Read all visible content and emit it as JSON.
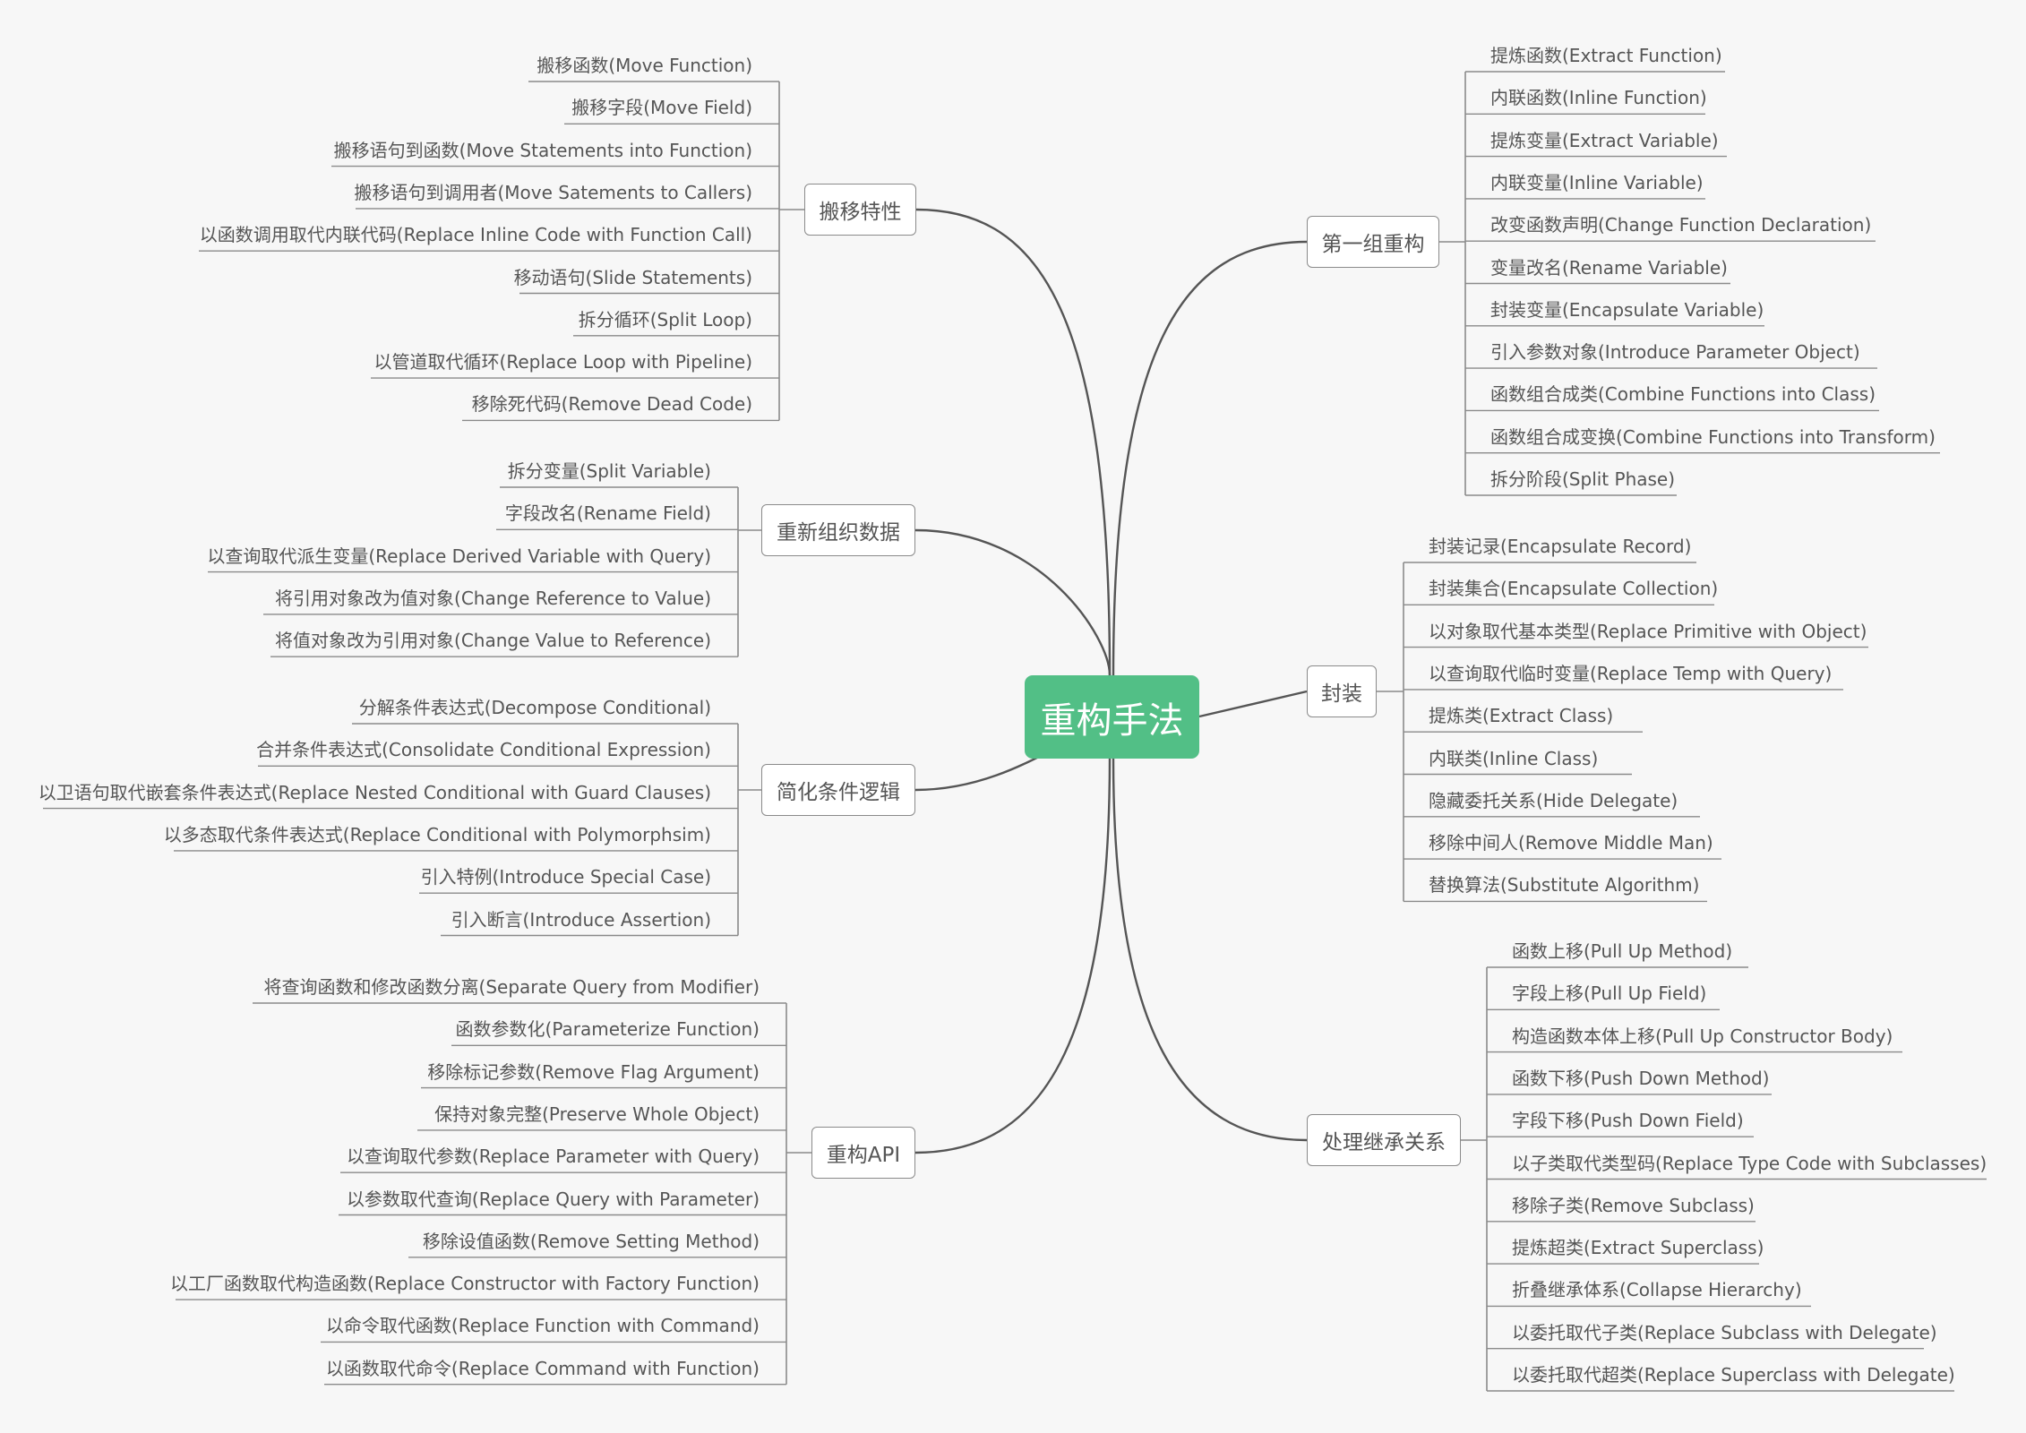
{
  "root": {
    "label": "重构手法"
  },
  "colors": {
    "root_fill": "#52bf86",
    "line": "#555555",
    "leaf_line": "#8a8a8a",
    "text": "#555555"
  },
  "branches": {
    "move_features": {
      "label": "搬移特性",
      "items": [
        "搬移函数(Move Function)",
        "搬移字段(Move Field)",
        "搬移语句到函数(Move Statements into Function)",
        "搬移语句到调用者(Move Satements to Callers)",
        "以函数调用取代内联代码(Replace Inline Code with Function Call)",
        "移动语句(Slide Statements)",
        "拆分循环(Split Loop)",
        "以管道取代循环(Replace Loop with Pipeline)",
        "移除死代码(Remove Dead Code)"
      ]
    },
    "organize_data": {
      "label": "重新组织数据",
      "items": [
        "拆分变量(Split Variable)",
        "字段改名(Rename Field)",
        "以查询取代派生变量(Replace Derived Variable with Query)",
        "将引用对象改为值对象(Change Reference to Value)",
        "将值对象改为引用对象(Change Value to Reference)"
      ]
    },
    "simplify_conditional": {
      "label": "简化条件逻辑",
      "items": [
        "分解条件表达式(Decompose Conditional)",
        "合并条件表达式(Consolidate Conditional Expression)",
        "以卫语句取代嵌套条件表达式(Replace Nested Conditional with Guard Clauses)",
        "以多态取代条件表达式(Replace Conditional with Polymorphsim)",
        "引入特例(Introduce Special Case)",
        "引入断言(Introduce Assertion)"
      ]
    },
    "refactor_api": {
      "label": "重构API",
      "items": [
        "将查询函数和修改函数分离(Separate Query from Modifier)",
        "函数参数化(Parameterize Function)",
        "移除标记参数(Remove Flag Argument)",
        "保持对象完整(Preserve Whole Object)",
        "以查询取代参数(Replace Parameter with Query)",
        "以参数取代查询(Replace Query with Parameter)",
        "移除设值函数(Remove Setting Method)",
        "以工厂函数取代构造函数(Replace Constructor with Factory Function)",
        "以命令取代函数(Replace Function with Command)",
        "以函数取代命令(Replace Command with Function)"
      ]
    },
    "first_set": {
      "label": "第一组重构",
      "items": [
        "提炼函数(Extract Function)",
        "内联函数(Inline Function)",
        "提炼变量(Extract Variable)",
        "内联变量(Inline Variable)",
        "改变函数声明(Change Function Declaration)",
        "变量改名(Rename Variable)",
        "封装变量(Encapsulate Variable)",
        "引入参数对象(Introduce Parameter Object)",
        "函数组合成类(Combine Functions into Class)",
        "函数组合成变换(Combine Functions into Transform)",
        "拆分阶段(Split Phase)"
      ]
    },
    "encapsulation": {
      "label": "封装",
      "items": [
        "封装记录(Encapsulate Record)",
        "封装集合(Encapsulate Collection)",
        "以对象取代基本类型(Replace Primitive with Object)",
        "以查询取代临时变量(Replace Temp with Query)",
        "提炼类(Extract Class)",
        "内联类(Inline Class)",
        "隐藏委托关系(Hide Delegate)",
        "移除中间人(Remove Middle Man)",
        "替换算法(Substitute Algorithm)"
      ]
    },
    "inheritance": {
      "label": "处理继承关系",
      "items": [
        "函数上移(Pull Up Method)",
        "字段上移(Pull Up Field)",
        "构造函数本体上移(Pull Up Constructor Body)",
        "函数下移(Push Down Method)",
        "字段下移(Push Down Field)",
        "以子类取代类型码(Replace Type Code with Subclasses)",
        "移除子类(Remove Subclass)",
        "提炼超类(Extract Superclass)",
        "折叠继承体系(Collapse Hierarchy)",
        "以委托取代子类(Replace Subclass with Delegate)",
        "以委托取代超类(Replace Superclass with Delegate)"
      ]
    }
  }
}
